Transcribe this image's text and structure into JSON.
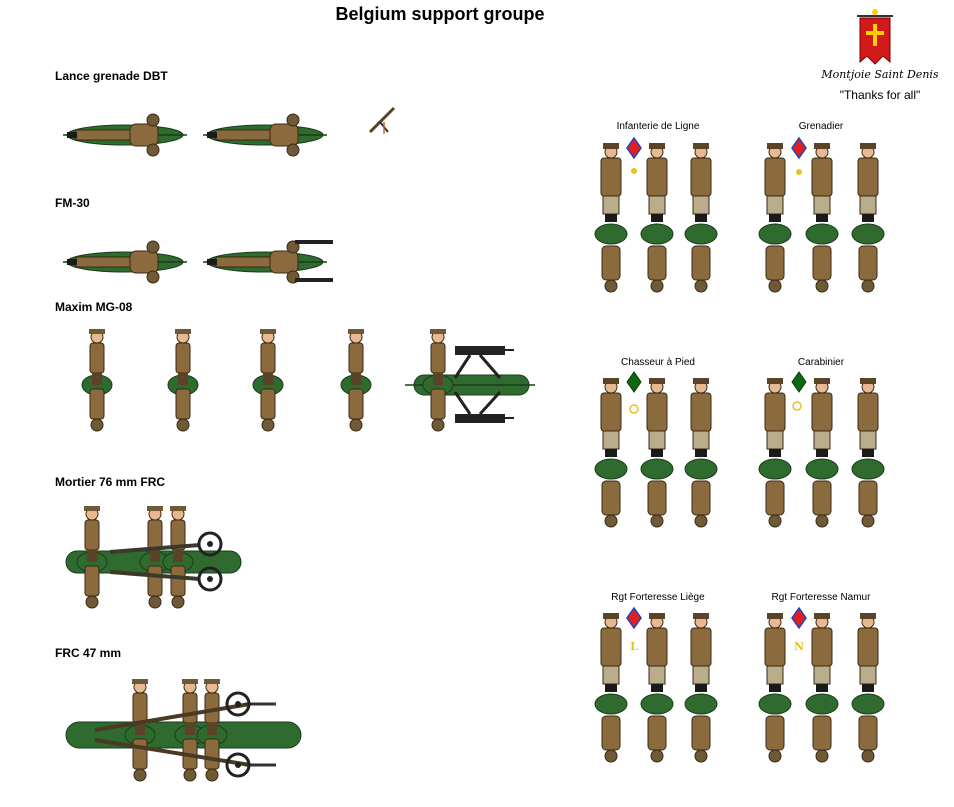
{
  "title": "Belgium support groupe",
  "logo": {
    "script": "Montjoie Saint Denis",
    "motto": "\"Thanks for all\""
  },
  "sections": [
    "Lance grenade DBT",
    "FM-30",
    "Maxim MG-08",
    "Mortier 76 mm FRC",
    "FRC 47 mm"
  ],
  "plates": [
    "Infanterie de Ligne",
    "Grenadier",
    "Chasseur à Pied",
    "Carabinier",
    "Rgt Forteresse Liège",
    "Rgt Forteresse Namur"
  ],
  "colors": {
    "base_green": "#2f6b2f",
    "base_green_light": "#4c8c3c",
    "khaki": "#8b6b3d",
    "khaki_dark": "#5a4326",
    "helmet": "#6f5a38",
    "banner_red": "#d21a1a",
    "banner_cross": "#ffd000",
    "insignia_red": "#e02020",
    "insignia_blue": "#2040c0",
    "insignia_green": "#0a6a10",
    "insignia_yellow": "#e8c020"
  },
  "icons": {
    "banner": "oriflamme-banner-icon",
    "soldier": "soldier-figure-icon",
    "base": "green-oval-base-icon"
  }
}
